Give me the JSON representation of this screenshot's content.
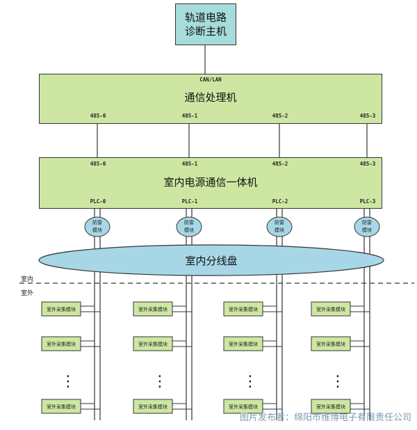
{
  "host": {
    "line1": "轨道电路",
    "line2": "诊断主机"
  },
  "comm_processor": {
    "title": "通信处理机",
    "top_label": "CAN/LAN",
    "ports": [
      "485-0",
      "485-1",
      "485-2",
      "485-3"
    ]
  },
  "integrated_unit": {
    "title": "室内电源通信一体机",
    "top_ports": [
      "485-0",
      "485-1",
      "485-2",
      "485-3"
    ],
    "bottom_ports": [
      "PLC-0",
      "PLC-1",
      "PLC-2",
      "PLC-3"
    ]
  },
  "lightning": {
    "line1": "防雷",
    "line2": "模块"
  },
  "distribution": "室内分线盘",
  "zones": {
    "indoor": "室内",
    "outdoor": "室外"
  },
  "module_label": "室外采集模块",
  "ellipsis": "⋮",
  "watermark": "图片发布者：绵阳市维博电子有限责任公司",
  "colors": {
    "host": "#a7dcdc",
    "green": "#cde7a3",
    "lightning": "#a7d7e6",
    "module": "#cde7a3"
  }
}
